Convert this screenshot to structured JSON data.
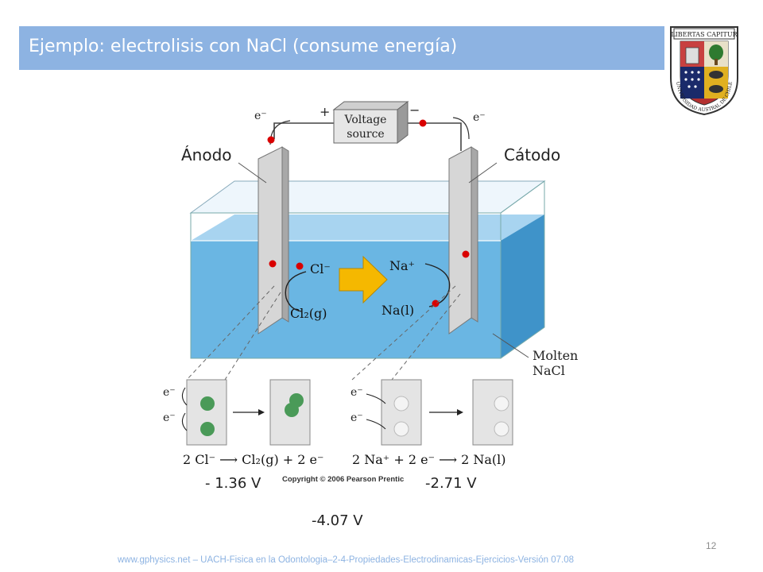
{
  "slide": {
    "title": "Ejemplo: electrolisis con NaCl (consume energía)",
    "page_number": "12",
    "footer": "www.gphysics.net – UACH-Fisica en la Odontologia–2-4-Propiedades-Electrodinamicas-Ejercicios-Versión 07.08"
  },
  "labels": {
    "anode": "Ánodo",
    "cathode": "Cátodo",
    "anode_potential": "- 1.36 V",
    "cathode_potential": "-2.71 V",
    "cell_potential": "-4.07 V"
  },
  "seal": {
    "motto": "LIBERTAS CAPITUR",
    "ring": "UNIVERSIDAD AUSTRAL DE CHILE"
  },
  "diagram": {
    "source_label_1": "Voltage",
    "source_label_2": "source",
    "plus": "+",
    "minus": "−",
    "electron": "e⁻",
    "cl_ion": "Cl⁻",
    "na_ion": "Na⁺",
    "cl2": "Cl₂(g)",
    "na_l": "Na(l)",
    "molten_1": "Molten",
    "molten_2": "NaCl",
    "eq_left": "2 Cl⁻ ⟶ Cl₂(g) + 2 e⁻",
    "eq_right": "2 Na⁺ + 2 e⁻ ⟶ 2 Na(l)",
    "copyright": "Copyright © 2006 Pearson Prentic"
  },
  "colors": {
    "title_bar": "#8db3e2",
    "liquid": "#5aaee0",
    "marker": "#d90000",
    "arrow": "#f5b800",
    "chlorine": "#4a9a58"
  }
}
